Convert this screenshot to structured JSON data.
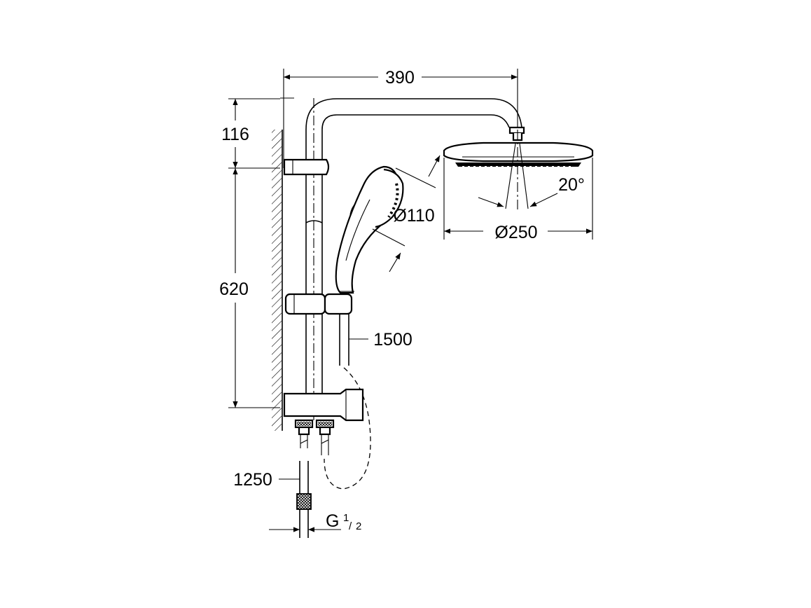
{
  "dimensions": {
    "width_total": "390",
    "arm_height": "116",
    "bar_height": "620",
    "hand_shower_diameter": "Ø110",
    "head_shower_diameter": "Ø250",
    "head_angle": "20°",
    "shower_hose": "1500",
    "supply_hose": "1250",
    "thread": {
      "main": "G",
      "numerator": "1",
      "denominator": "2"
    }
  }
}
